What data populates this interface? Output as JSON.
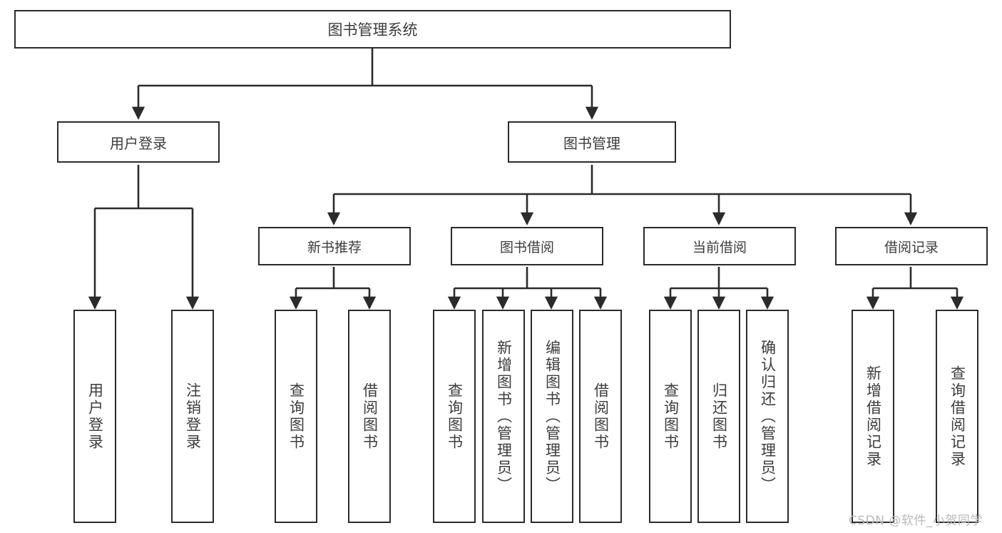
{
  "diagram": {
    "title": "图书管理系统",
    "type": "tree-hierarchy",
    "root": {
      "label": "图书管理系统"
    },
    "level2": [
      {
        "id": "user-login",
        "label": "用户登录"
      },
      {
        "id": "book-manage",
        "label": "图书管理"
      }
    ],
    "level3": [
      {
        "id": "new-book-rec",
        "label": "新书推荐",
        "parent": "book-manage"
      },
      {
        "id": "book-borrow",
        "label": "图书借阅",
        "parent": "book-manage"
      },
      {
        "id": "current-borrow",
        "label": "当前借阅",
        "parent": "book-manage"
      },
      {
        "id": "borrow-record",
        "label": "借阅记录",
        "parent": "book-manage"
      }
    ],
    "leaves": [
      {
        "id": "leaf-user-login",
        "label": "用户登录",
        "parent": "user-login"
      },
      {
        "id": "leaf-user-logout",
        "label": "注销登录",
        "parent": "user-login"
      },
      {
        "id": "leaf-query-book-1",
        "label": "查询图书",
        "parent": "new-book-rec"
      },
      {
        "id": "leaf-borrow-book-1",
        "label": "借阅图书",
        "parent": "new-book-rec"
      },
      {
        "id": "leaf-query-book-2",
        "label": "查询图书",
        "parent": "book-borrow"
      },
      {
        "id": "leaf-add-book",
        "label": "新增图书（管理员）",
        "parent": "book-borrow"
      },
      {
        "id": "leaf-edit-book",
        "label": "编辑图书（管理员）",
        "parent": "book-borrow"
      },
      {
        "id": "leaf-borrow-book-2",
        "label": "借阅图书",
        "parent": "book-borrow"
      },
      {
        "id": "leaf-query-book-3",
        "label": "查询图书",
        "parent": "current-borrow"
      },
      {
        "id": "leaf-return-book",
        "label": "归还图书",
        "parent": "current-borrow"
      },
      {
        "id": "leaf-confirm-return",
        "label": "确认归还（管理员）",
        "parent": "current-borrow"
      },
      {
        "id": "leaf-add-record",
        "label": "新增借阅记录",
        "parent": "borrow-record"
      },
      {
        "id": "leaf-query-record",
        "label": "查询借阅记录",
        "parent": "borrow-record"
      }
    ],
    "watermark": "CSDN @软件_小贺同学",
    "colors": {
      "border": "#2b2b2b",
      "text": "#3c3c3c",
      "background": "#ffffff",
      "watermark": "#b9b9b9"
    }
  }
}
